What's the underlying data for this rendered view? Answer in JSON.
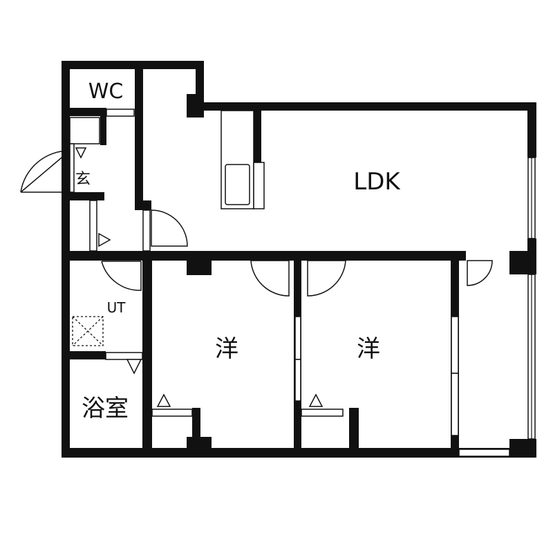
{
  "floor_plan": {
    "rooms": {
      "wc": "WC",
      "entrance": "玄",
      "ldk": "LDK",
      "utility": "UT",
      "bath": "浴室",
      "western_left": "洋",
      "western_right": "洋"
    }
  },
  "colors": {
    "wall": "#111111",
    "background": "#ffffff"
  }
}
